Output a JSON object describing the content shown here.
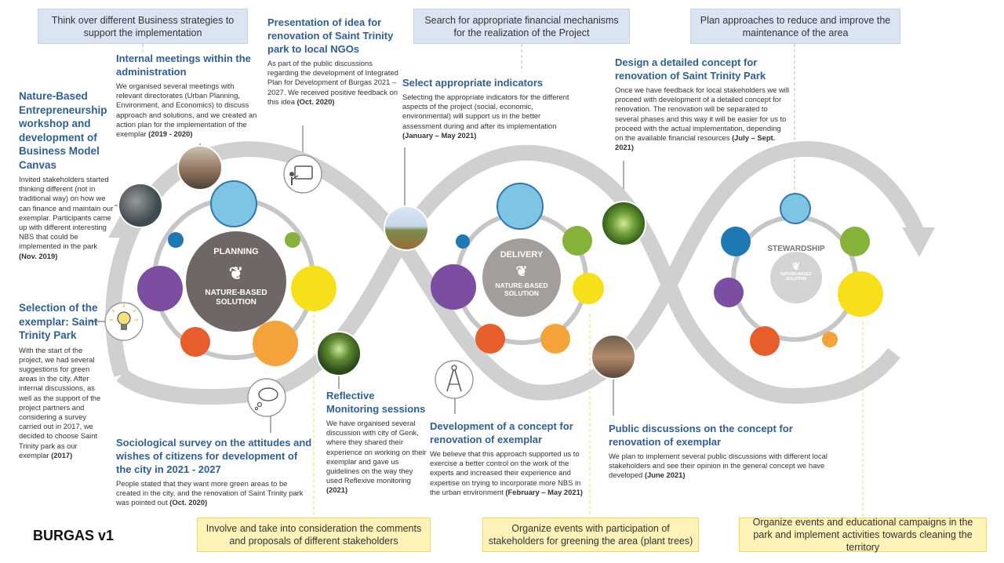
{
  "brand": "BURGAS v1",
  "top_boxes": [
    "Think over different Business strategies to support the implementation",
    "Search for appropriate financial mechanisms for the realization of the Project",
    "Plan approaches to reduce and improve the maintenance of the area"
  ],
  "bottom_boxes": [
    "Involve and take into consideration the comments and proposals of different stakeholders",
    "Organize events with participation of stakeholders for greening the area (plant trees)",
    "Organize events and educational campaigns in the park and implement activities towards cleaning the territory"
  ],
  "stages": {
    "planning": {
      "name": "PLANNING",
      "sub": "NATURE-BASED SOLUTION"
    },
    "delivery": {
      "name": "DELIVERY",
      "sub": "NATURE-BASED SOLUTION"
    },
    "stewardship": {
      "name": "STEWARDSHIP",
      "sub": "NATURE-BASED SOLUTION"
    }
  },
  "blocks": {
    "nbe": {
      "title": "Nature-Based Entrepreneurship workshop and development of Business Model Canvas",
      "body": "Invited stakeholders started thinking different (not in traditional way) on how we can finance and maintain our exemplar. Participants came up with different interesting NBS that could be implemented in the park",
      "date": "(Nov. 2019)"
    },
    "selection": {
      "title": "Selection of the exemplar: Saint Trinity Park",
      "body": "With the start of the project, we had several suggestions for green areas in the city. After internal discussions, as well as the support of the project partners and considering a survey carried out in 2017, we decided to choose Saint Trinity park as our exemplar",
      "date": "(2017)"
    },
    "internal": {
      "title": "Internal meetings within the administration",
      "body": "We organised several meetings with relevant directorates (Urban Planning, Environment, and Economics) to discuss approach and solutions, and we created an action plan for the implementation of the exemplar",
      "date": "(2019 - 2020)"
    },
    "presentation": {
      "title": "Presentation of idea for renovation of Saint Trinity park to local NGOs",
      "body": "As part of the public discussions regarding the development of Integrated Plan for Development of Burgas 2021 – 2027. We received positive feedback on this idea",
      "date": "(Oct. 2020)"
    },
    "indicators": {
      "title": "Select appropriate indicators",
      "body": "Selecting the appropriate indicators for the different aspects of the project (social, economic, environmental) will support us in the better assessment during and after its implementation",
      "date": "(January – May 2021)"
    },
    "design": {
      "title": "Design a detailed concept for renovation of Saint Trinity Park",
      "body": "Once we have feedback for local stakeholders we will proceed with development of a detailed concept for renovation. The renovation will be separated to several phases and this way it will be easier for us to proceed with the actual implementation, depending on the available financial resources",
      "date": "(July – Sept. 2021)"
    },
    "reflective": {
      "title": "Reflective Monitoring sessions",
      "body": "We have organised several discussion with city of Genk, where they shared their experience on working on their exemplar and gave us guidelines on the way they used Reflexive monitoring",
      "date": "(2021)"
    },
    "sociological": {
      "title": "Sociological survey on the attitudes and wishes of citizens for development of the city in 2021 - 2027",
      "body": "People stated that they want more green areas to be created in the city, and the renovation of Saint Trinity park was pointed out",
      "date": "(Oct. 2020)"
    },
    "development": {
      "title": "Development of a concept for renovation of exemplar",
      "body": "We believe that this approach supported us to exercise a better control on the work of the experts and increased their experience and expertise on trying to incorporate more NBS in the urban environment",
      "date": "(February – May 2021)"
    },
    "public": {
      "title": "Public discussions on the concept for renovation of exemplar",
      "body": "We plan to implement several public discussions with different local stakeholders and see their opinion in the general concept we have developed",
      "date": "(June 2021)"
    }
  },
  "icons": [
    "lightbulb-icon",
    "presentation-board-icon",
    "thought-bubble-icon",
    "drafting-compass-icon"
  ],
  "photos": [
    "workshop-photo",
    "meeting-photo",
    "field-photo",
    "forest-photo",
    "tree-photo",
    "public-discussion-photo"
  ],
  "colors": {
    "title_blue": "#2e5f96",
    "flow_arrow": "#d0d0d0",
    "dot_blue_light": "#7ec4e3",
    "dot_blue_dark": "#1e78b4",
    "dot_green": "#86b23a",
    "dot_yellow": "#f7e01a",
    "dot_purple": "#7c4ea2",
    "dot_red": "#e85d2c",
    "dot_orange": "#f4a23a",
    "planning_hub": "#6e6766",
    "delivery_hub": "#a39e9c",
    "stewardship_hub": "#d6d4d3"
  }
}
